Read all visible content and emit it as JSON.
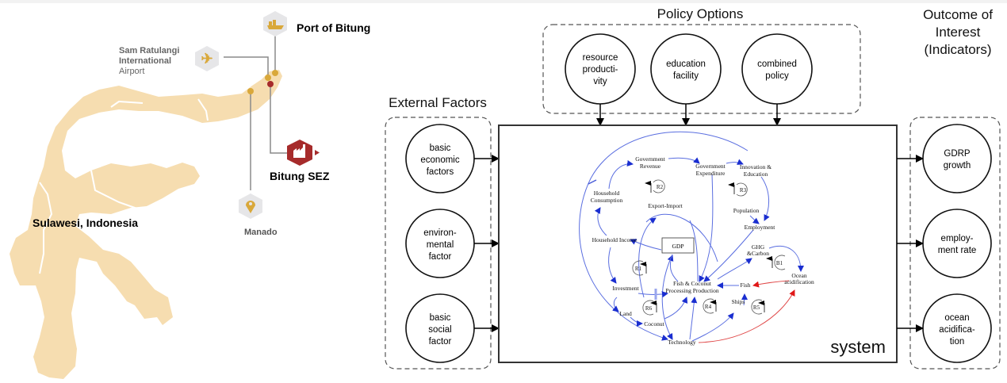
{
  "map": {
    "region_label": "Sulawesi, Indonesia",
    "land_color": "#f6ddb0",
    "marker_gold": "#d9a83a",
    "marker_red": "#a62b2b",
    "hex_gray": "#e6e6e8",
    "points": [
      {
        "id": "port",
        "label": "Port of Bitung",
        "icon": "ship-icon"
      },
      {
        "id": "airport",
        "label_lines": [
          "Sam Ratulangi",
          "International",
          "Airport"
        ],
        "icon": "airplane-icon"
      },
      {
        "id": "sez",
        "label": "Bitung SEZ",
        "icon": "factory-icon"
      },
      {
        "id": "manado",
        "label": "Manado",
        "icon": "map-pin-icon"
      }
    ]
  },
  "framework": {
    "policy": {
      "title": "Policy Options",
      "nodes": [
        {
          "lines": [
            "resource",
            "producti-",
            "vity"
          ]
        },
        {
          "lines": [
            "education",
            "facility"
          ]
        },
        {
          "lines": [
            "combined",
            "policy"
          ]
        }
      ]
    },
    "external": {
      "title": "External Factors",
      "nodes": [
        {
          "lines": [
            "basic",
            "economic",
            "factors"
          ]
        },
        {
          "lines": [
            "environ-",
            "mental",
            "factor"
          ]
        },
        {
          "lines": [
            "basic",
            "social",
            "factor"
          ]
        }
      ]
    },
    "outcome": {
      "title_lines": [
        "Outcome of",
        "Interest",
        "(Indicators)"
      ],
      "nodes": [
        {
          "lines": [
            "GDRP",
            "growth"
          ]
        },
        {
          "lines": [
            "employ-",
            "ment rate"
          ]
        },
        {
          "lines": [
            "ocean",
            "acidifica-",
            "tion"
          ]
        }
      ]
    },
    "system_label": "system",
    "causal_loop": {
      "link_color": "#4a5ed8",
      "negative_link_color": "#e04848",
      "variables": {
        "gov_revenue": [
          "Government",
          "Revenue"
        ],
        "gov_expenditure": [
          "Government",
          "Expenditure"
        ],
        "innovation": [
          "Innovation &",
          "Education"
        ],
        "household_consumption": [
          "Household",
          "Consumption"
        ],
        "export_import": [
          "Export-Import"
        ],
        "population": [
          "Population"
        ],
        "employment": [
          "Employment"
        ],
        "household_income": [
          "Household Income"
        ],
        "gdp": [
          "GDP"
        ],
        "ghg": [
          "GHG",
          "&Carbon"
        ],
        "fish_coconut": [
          "Fish & Coconut",
          "Processing Production"
        ],
        "fish": [
          "Fish"
        ],
        "ocean_acid": [
          "Ocean",
          "acidification"
        ],
        "investment": [
          "Investment"
        ],
        "land": [
          "Land"
        ],
        "coconut": [
          "Coconut"
        ],
        "ships": [
          "Ships"
        ],
        "technology": [
          "Technology"
        ]
      },
      "loops": [
        "R1",
        "R2",
        "R3",
        "R4",
        "R5",
        "R6",
        "B1"
      ]
    }
  }
}
